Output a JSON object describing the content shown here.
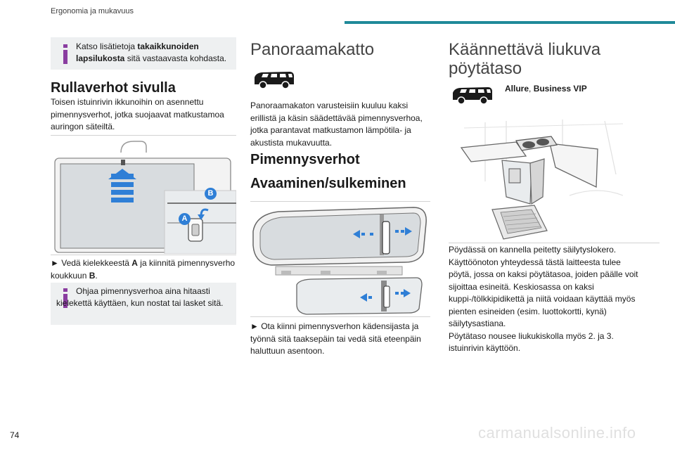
{
  "header": {
    "title": "Ergonomia ja mukavuus",
    "accent_color": "#1f8a99"
  },
  "col1": {
    "info1": {
      "pre": "Katso lisätietoja ",
      "bold": "takaikkunoiden lapsilukosta",
      "post": " sitä vastaavasta kohdasta."
    },
    "heading": "Rullaverhot sivulla",
    "intro": "Toisen istuinrivin ikkunoihin on asennettu pimennysverhot, jotka suojaavat matkustamoa auringon säteiltä.",
    "figure": {
      "label_a": "A",
      "label_b": "B"
    },
    "step": {
      "arrow": "►",
      "t1": " Vedä kielekkeestä ",
      "a": "A",
      "t2": " ja kiinnitä pimennysverho koukkuun ",
      "b": "B",
      "t3": "."
    },
    "info2": "Ohjaa pimennysverhoa aina hitaasti kielekettä käyttäen, kun nostat tai lasket sitä."
  },
  "col2": {
    "heading": "Panoraamakatto",
    "intro": "Panoraamakaton varusteisiin kuuluu kaksi erillistä ja käsin säädettävää pimennysverhoa, jotka parantavat matkustamon lämpötila- ja akustista mukavuutta.",
    "sub1": "Pimennysverhot",
    "sub2": "Avaaminen/sulkeminen",
    "step": "► Ota kiinni pimennysverhon kädensijasta ja työnnä sitä taaksepäin tai vedä sitä eteenpäin haluttuun asentoon."
  },
  "col3": {
    "heading_line1": "Käännettävä liukuva",
    "heading_line2": "pöytätaso",
    "badge": {
      "a": "Allure",
      "sep": ", ",
      "b": "Business VIP"
    },
    "desc": "Pöydässä on kannella peitetty säilytyslokero. Käyttöönoton yhteydessä tästä laitteesta tulee pöytä, jossa on kaksi pöytätasoa, joiden päälle voit sijoittaa esineitä. Keskiosassa on kaksi kuppi-/tölkkipidikettä ja niitä voidaan käyttää myös pienten esineiden (esim. luottokortti, kynä) säilytysastiana.",
    "desc2": "Pöytätaso nousee liukukiskolla myös 2. ja 3. istuinrivin käyttöön."
  },
  "footer": {
    "page_number": "74",
    "watermark": "carmanualsonline.info"
  },
  "colors": {
    "info_icon": "#8a3da0",
    "arrow_blue": "#2f7fd6",
    "callout_blue": "#2f7fd6"
  }
}
